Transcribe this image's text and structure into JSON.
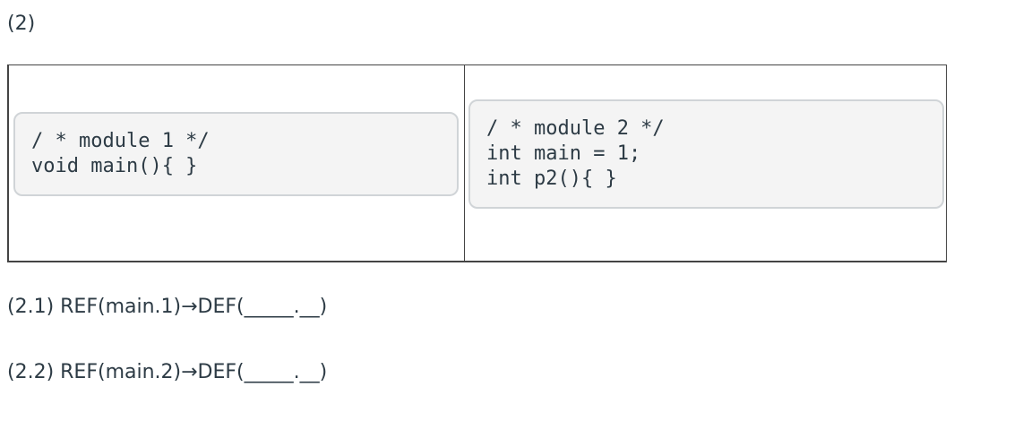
{
  "heading": "(2)",
  "modules": [
    {
      "lines": [
        "/ * module 1 */",
        "void main(){ }"
      ]
    },
    {
      "lines": [
        "/ * module 2 */",
        "int main = 1;",
        "int p2(){ }"
      ]
    }
  ],
  "questions": [
    {
      "text": "(2.1) REF(main.1)→DEF(_____.__)"
    },
    {
      "text": "(2.2) REF(main.2)→DEF(_____.__)"
    }
  ]
}
